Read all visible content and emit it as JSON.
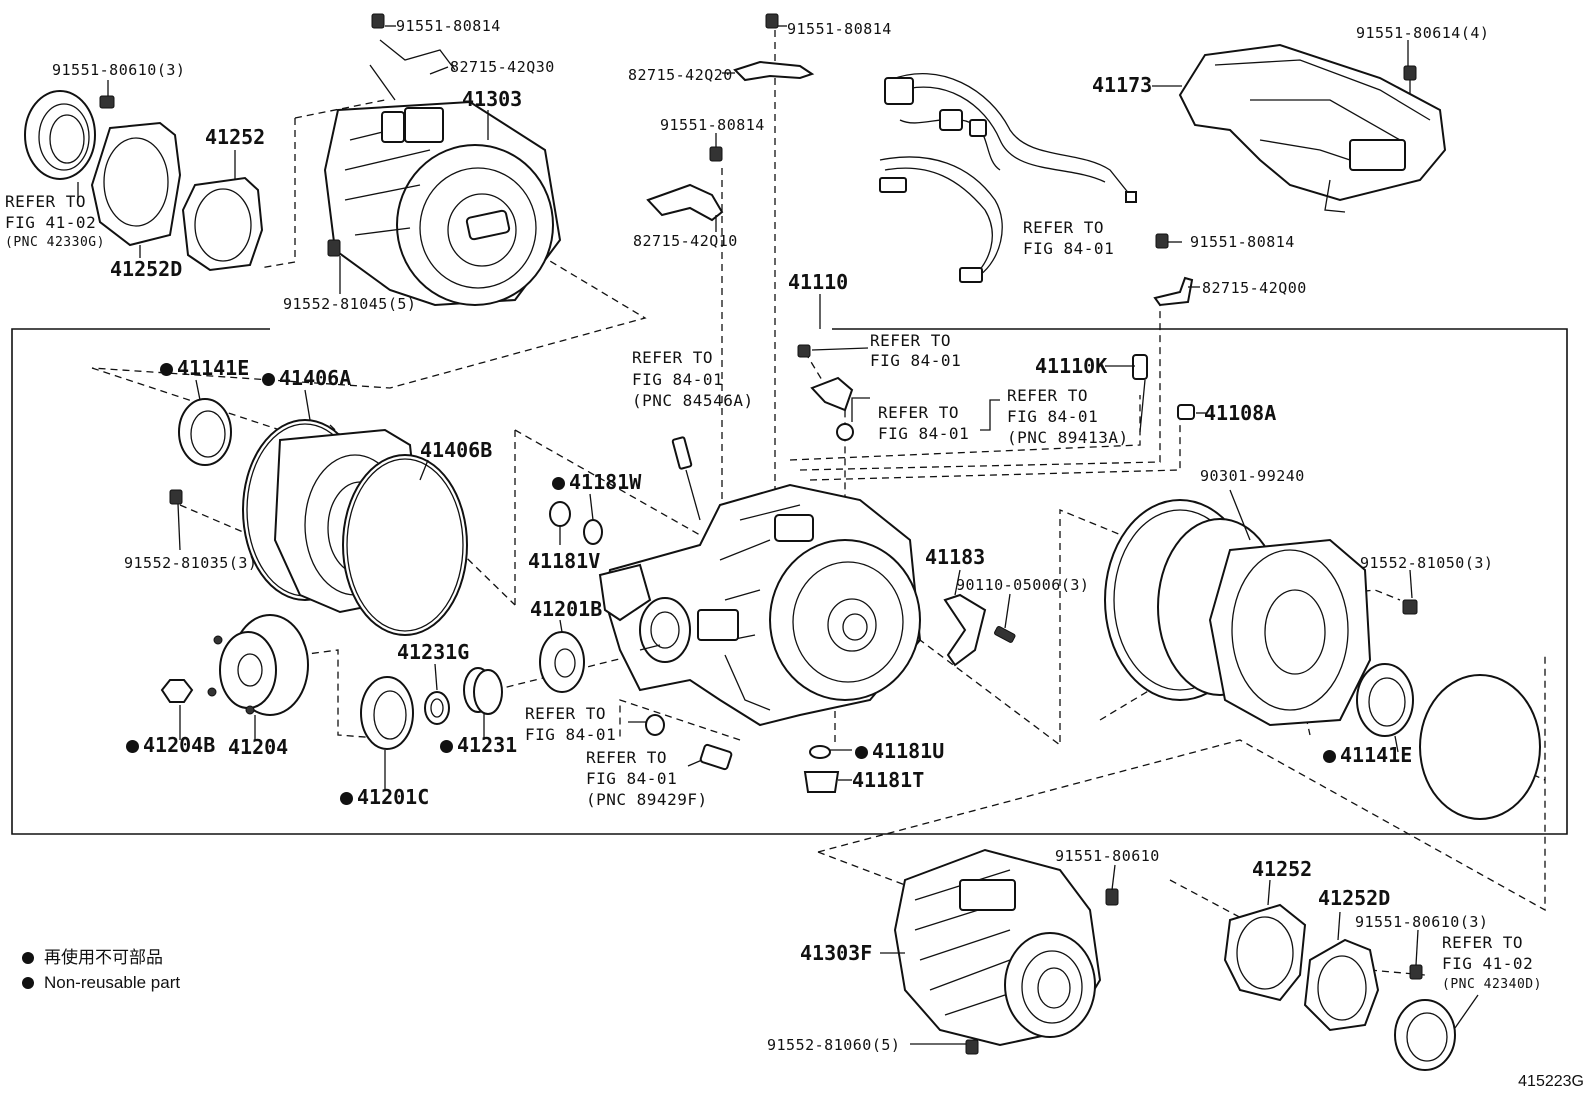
{
  "parts": {
    "p91551_80814_a": "91551-80814",
    "p82715_42q30": "82715-42Q30",
    "p91551_80814_b": "91551-80814",
    "p82715_42q20": "82715-42Q20",
    "p91551_80614": "91551-80614(4)",
    "p41173": "41173",
    "p91551_80610_3a": "91551-80610(3)",
    "p41303": "41303",
    "p41252_a": "41252",
    "p41252d_a": "41252D",
    "p91551_80814_c": "91551-80814",
    "p82715_42q10": "82715-42Q10",
    "p91552_81045": "91552-81045(5)",
    "p91551_80814_d": "91551-80814",
    "p82715_42q00": "82715-42Q00",
    "p41110": "41110",
    "p41141e_a": "41141E",
    "p41406a": "41406A",
    "p41406b": "41406B",
    "p41110k": "41110K",
    "p41108a": "41108A",
    "p41181w": "41181W",
    "p41181v": "41181V",
    "p91552_81035": "91552-81035(3)",
    "p90301_99240": "90301-99240",
    "p41183": "41183",
    "p90110_05006": "90110-05006(3)",
    "p91552_81050": "91552-81050(3)",
    "p41201b": "41201B",
    "p41231g": "41231G",
    "p41204b": "41204B",
    "p41204": "41204",
    "p41231": "41231",
    "p41201c": "41201C",
    "p41181u": "41181U",
    "p41181t": "41181T",
    "p41141e_b": "41141E",
    "p91551_80610": "91551-80610",
    "p41252_b": "41252",
    "p41252d_b": "41252D",
    "p91551_80610_3b": "91551-80610(3)",
    "p41303f": "41303F",
    "p91552_81060": "91552-81060(5)"
  },
  "refs": {
    "refer_to": "REFER TO",
    "fig_41_02": "FIG 41-02",
    "fig_84_01": "FIG 84-01",
    "pnc_42330g": "(PNC 42330G)",
    "pnc_84546a": "(PNC 84546A)",
    "pnc_89413a": "(PNC 89413A)",
    "pnc_89429f": "(PNC 89429F)",
    "pnc_42340d": "(PNC 42340D)"
  },
  "legend": {
    "line1": "再使用不可部品",
    "line2": "Non-reusable part"
  },
  "figure_number": "415223G"
}
